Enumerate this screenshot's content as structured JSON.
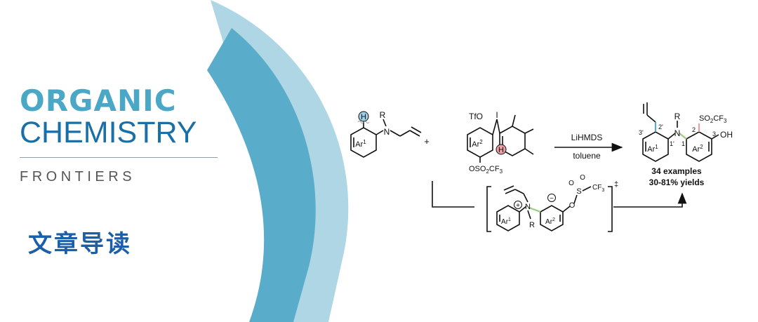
{
  "logo": {
    "line1": "ORGANIC",
    "line2": "CHEMISTRY",
    "line3": "FRONTIERS"
  },
  "subtitle": "文章导读",
  "colors": {
    "arc_light": "#aed6e4",
    "arc_dark": "#5aaccb",
    "logo_light": "#4aa7c6",
    "logo_dark": "#1a6fa6",
    "h_blue": "#9fd0e6",
    "h_red": "#e8a0a6"
  },
  "scheme": {
    "reactant1": {
      "h_label": "H",
      "n_label": "N",
      "r_label": "R",
      "ring_label": "Ar",
      "ring_sup": "1"
    },
    "plus": "+",
    "reactant2": {
      "tfo_label": "TfO",
      "iodine_label": "I",
      "ring_label": "Ar",
      "ring_sup": "2",
      "h_label": "H",
      "sub_label": "OSO",
      "sub_sub": "2",
      "sub_tail": "CF",
      "sub_tail_sub": "3"
    },
    "conditions": {
      "reagent": "LiHMDS",
      "solvent": "toluene"
    },
    "product": {
      "r_label": "R",
      "n_label": "N",
      "ring1_label": "Ar",
      "ring1_sup": "1",
      "ring2_label": "Ar",
      "ring2_sup": "2",
      "so2_label": "SO",
      "so2_sub": "2",
      "so2_tail": "CF",
      "so2_tail_sub": "3",
      "oh_label": "OH",
      "num_3prime": "3'",
      "num_2prime": "2'",
      "num_1prime": "1'",
      "num_1": "1",
      "num_2": "2",
      "num_3": "3",
      "examples": "34 examples",
      "yields": "30-81% yields"
    },
    "intermediate": {
      "n_label": "N",
      "r_label": "R",
      "plus_sign": "+",
      "minus_sign": "−",
      "ring1_label": "Ar",
      "ring1_sup": "1",
      "ring2_label": "Ar",
      "ring2_sup": "2",
      "s_label": "S",
      "o_label": "O",
      "o_top1": "O",
      "o_top2": "O",
      "cf3_label": "CF",
      "cf3_sub": "3",
      "dagger": "‡"
    }
  }
}
